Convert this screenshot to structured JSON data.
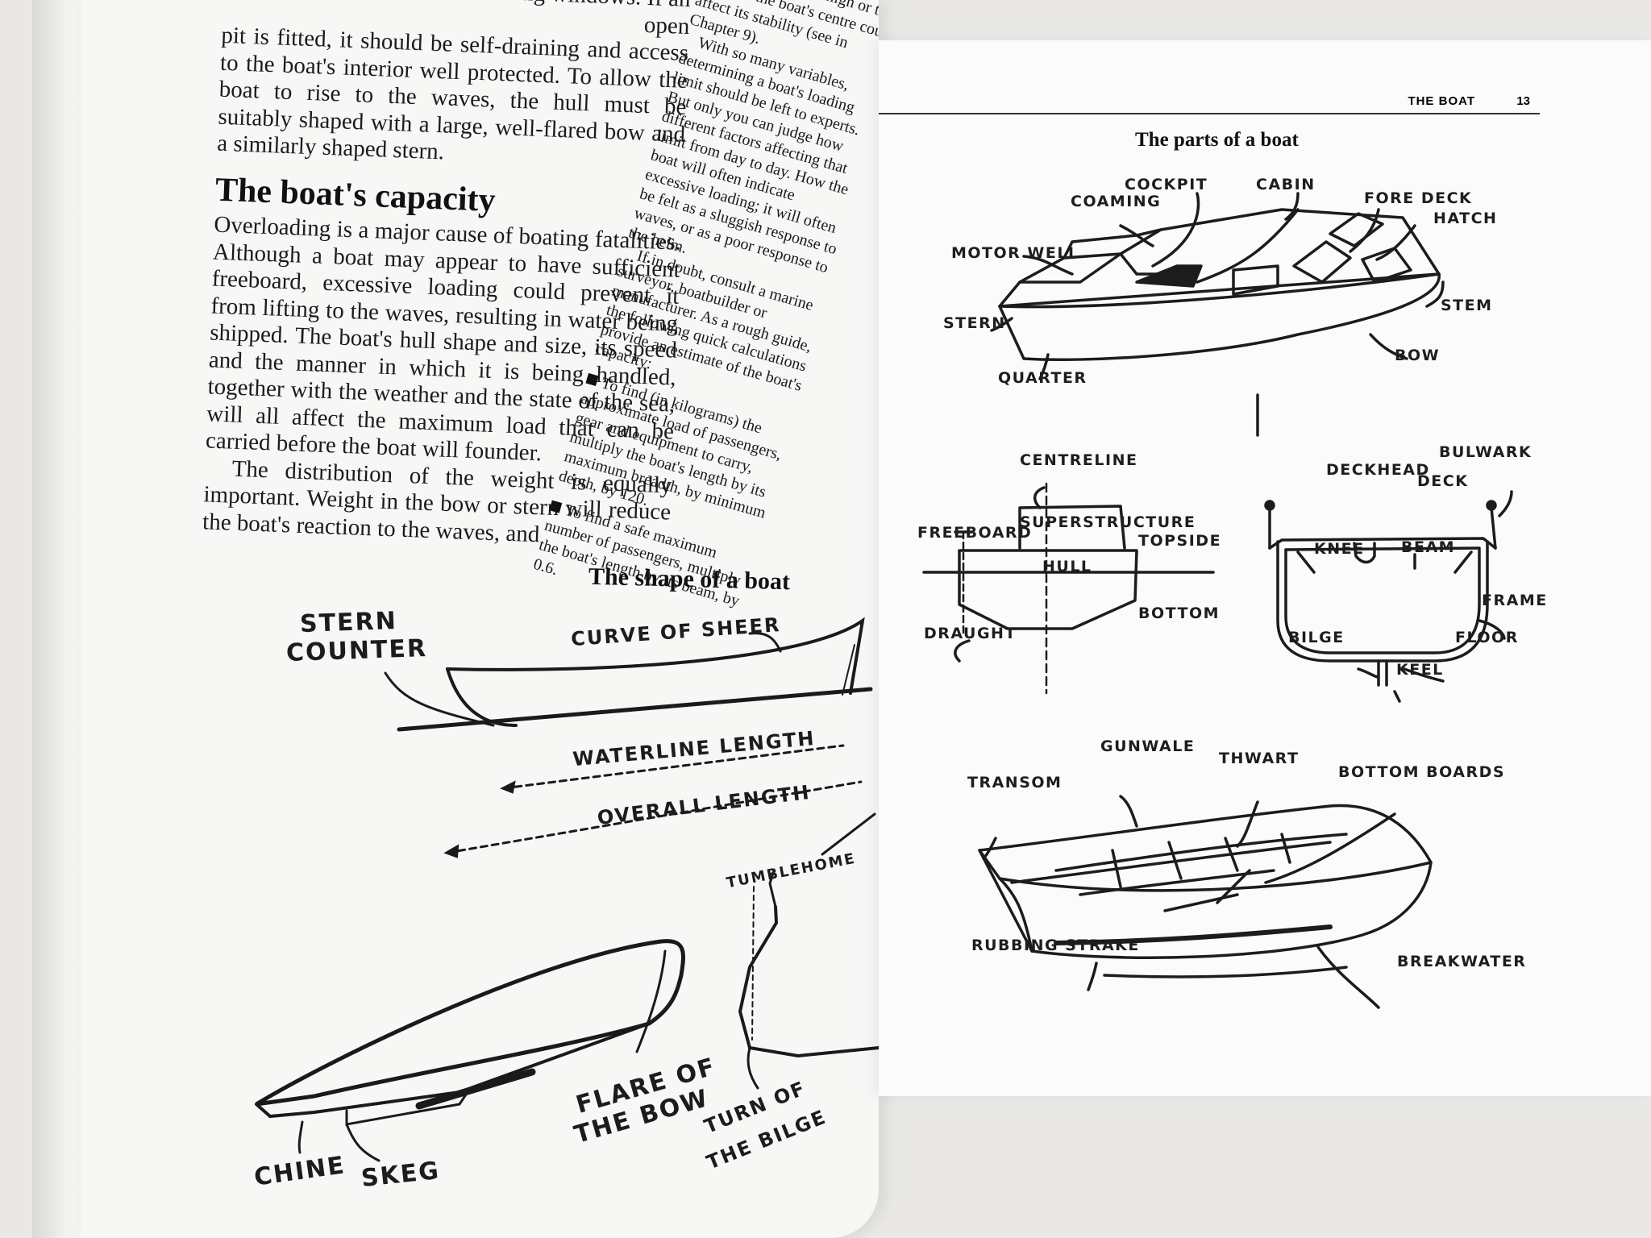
{
  "left_page": {
    "para_intro": "pit is fitted, it should be self-draining and access to the boat's interior well protected. To allow the boat to rise to the waves, the hull must be suitably shaped with a large, well-flared bow and a similarly shaped stern.",
    "para_intro_top": "cockpit is protected with strong windows. If an open",
    "heading": "The boat's capacity",
    "para1": "Overloading is a major cause of boating fatalities. Although a boat may appear to have sufficient freeboard, excessive loading could prevent it from lifting to the waves, resulting in water being shipped. The boat's hull shape and size, its speed and the manner in which it is being handled, together with the weather and the state of the sea, will all affect the maximum load that can be carried before the boat will founder.",
    "para2": "The distribution of the weight is equally important. Weight in the bow or stern will reduce the boat's reaction to the waves, and",
    "side_col": {
      "p1": "weights placed too high or too far from the boat's centre could affect its stability (see in Chapter 9).",
      "p2": "With so many variables, determining a boat's loading limit should be left to experts. But only you can judge how different factors affecting that limit from day to day. How the boat will often indicate excessive loading; it will often be felt as a sluggish response to waves, or as a poor response to the helm.",
      "p3": "If in doubt, consult a marine surveyor, boatbuilder or manufacturer. As a rough guide, the following quick calculations provide an estimate of the boat's capacity:",
      "b1": "To find (in kilograms) the approximate load of passengers, gear and equipment to carry, multiply the boat's length by its maximum breadth, by minimum depth, by 120.",
      "b2": "To find a safe maximum number of passengers, multiply the boat's length by its beam, by 0.6."
    },
    "figure_title": "The shape of a boat",
    "labels": {
      "stern_counter_1": "STERN",
      "stern_counter_2": "COUNTER",
      "curve_of_sheer": "CURVE OF SHEER",
      "waterline_length": "WATERLINE  LENGTH",
      "overall_length": "OVERALL  LENGTH",
      "tumblehome": "TUMBLEHOME",
      "flare_1": "FLARE OF",
      "flare_2": "THE BOW",
      "turn_1": "TURN OF",
      "turn_2": "THE BILGE",
      "chine": "CHINE",
      "skeg": "SKEG"
    }
  },
  "right_page": {
    "running_head": "THE BOAT",
    "page_number": "13",
    "figure_title": "The parts of a boat",
    "labels_top": [
      "COCKPIT",
      "CABIN",
      "COAMING",
      "FORE DECK",
      "HATCH",
      "MOTOR WELL",
      "STERN",
      "STEM",
      "BOW",
      "QUARTER"
    ],
    "labels_section": [
      "CENTRELINE",
      "SUPERSTRUCTURE",
      "FREEBOARD",
      "TOPSIDE",
      "HULL",
      "BOTTOM",
      "DRAUGHT"
    ],
    "labels_frame": [
      "BULWARK",
      "DECKHEAD",
      "DECK",
      "KNEE",
      "BEAM",
      "FRAME",
      "BILGE",
      "FLOOR",
      "KEEL"
    ],
    "labels_dinghy": [
      "GUNWALE",
      "THWART",
      "TRANSOM",
      "BOTTOM BOARDS",
      "RUBBING STRAKE",
      "BREAKWATER"
    ]
  }
}
